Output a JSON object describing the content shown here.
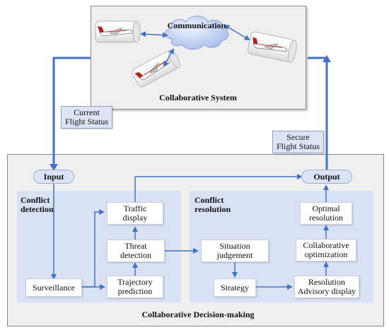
{
  "collaborative_system": {
    "title": "Collaborative System",
    "communication_label": "Communication"
  },
  "flight_status": {
    "current": "Current\nFlight Status",
    "secure": "Secure\nFlight Status"
  },
  "decision_making": {
    "title": "Collaborative Decision-making",
    "input_label": "Input",
    "output_label": "Output"
  },
  "conflict_detection": {
    "title": "Conflict\ndetection",
    "nodes": {
      "surveillance": "Surveillance",
      "trajectory_prediction": "Trajectory\nprediction",
      "threat_detection": "Threat\ndetection",
      "traffic_display": "Traffic\ndisplay"
    }
  },
  "conflict_resolution": {
    "title": "Conflict\nresolution",
    "nodes": {
      "situation_judgement": "Situation\njudgement",
      "strategy": "Strategy",
      "resolution_advisory_display": "Resolution\nAdvisory display",
      "collaborative_optimization": "Collaborative\noptimization",
      "optimal_resolution": "Optimal\nresolution"
    }
  },
  "colors": {
    "arrow_blue": "#4472c4",
    "panel_gray": "#efefef",
    "subpanel_blue": "#d9e2f5"
  },
  "icons": [
    "airplane-icon",
    "cloud-icon"
  ]
}
